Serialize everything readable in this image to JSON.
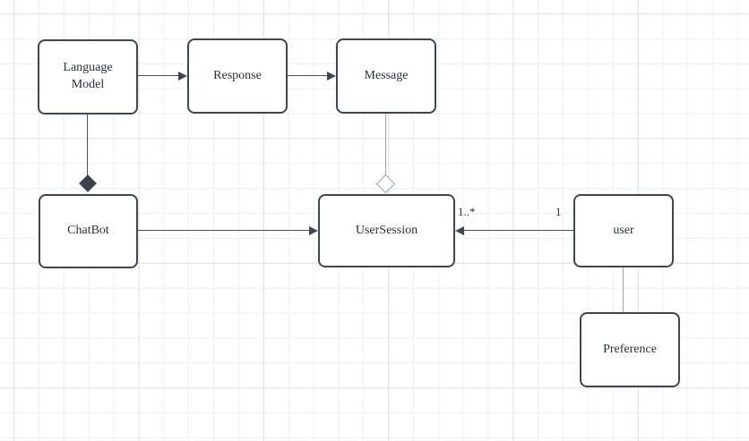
{
  "diagram": {
    "type": "uml-class-diagram",
    "nodes": [
      {
        "id": "language-model",
        "label": "Language Model"
      },
      {
        "id": "response",
        "label": "Response"
      },
      {
        "id": "message",
        "label": "Message"
      },
      {
        "id": "chatbot",
        "label": "ChatBot"
      },
      {
        "id": "user-session",
        "label": "UserSession"
      },
      {
        "id": "user",
        "label": "user"
      },
      {
        "id": "preference",
        "label": "Preference"
      }
    ],
    "edges": [
      {
        "from": "Language Model",
        "to": "Response",
        "style": "directed-arrow"
      },
      {
        "from": "Response",
        "to": "Message",
        "style": "directed-arrow"
      },
      {
        "from": "Language Model",
        "to": "ChatBot",
        "style": "composition-filled-diamond"
      },
      {
        "from": "Message",
        "to": "UserSession",
        "style": "aggregation-hollow-diamond"
      },
      {
        "from": "ChatBot",
        "to": "UserSession",
        "style": "directed-arrow"
      },
      {
        "from": "user",
        "to": "UserSession",
        "style": "directed-arrow",
        "source_multiplicity": "1",
        "target_multiplicity": "1..*"
      },
      {
        "from": "user",
        "to": "Preference",
        "style": "plain-line"
      }
    ],
    "colors": {
      "canvas_bg": "#ffffff",
      "grid_minor": "#efefef",
      "grid_major": "#e0e0e0",
      "node_border": "#40464f",
      "node_fill": "#ffffff",
      "text": "#2b2f36",
      "connector_dark": "#4a505a",
      "connector_light": "#a3a3a3"
    }
  }
}
